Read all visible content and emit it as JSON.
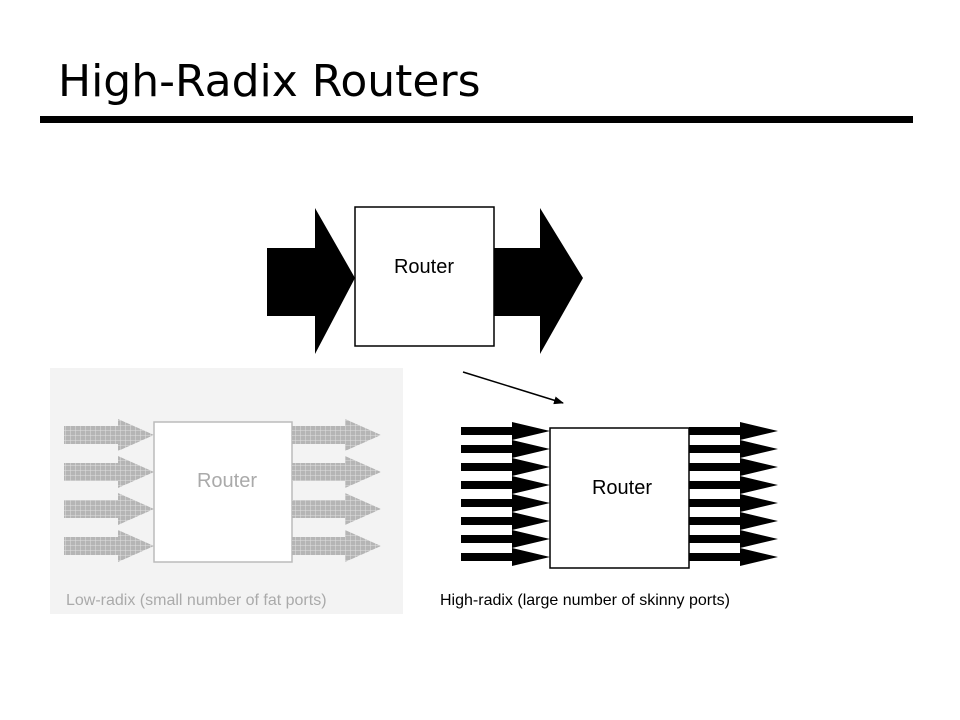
{
  "slide": {
    "title": "High-Radix Routers"
  },
  "diagram": {
    "top_router": {
      "label": "Router"
    },
    "low_radix": {
      "router_label": "Router",
      "caption": "Low-radix (small number of fat ports)",
      "port_count_per_side": 4
    },
    "high_radix": {
      "router_label": "Router",
      "caption": "High-radix (large number of skinny ports)",
      "port_count_per_side": 8
    },
    "colors": {
      "ink": "#000000",
      "faded_ink": "#aaaaaa",
      "faded_fill": "#b5b5b5",
      "faded_background": "#f3f3f3",
      "paper": "#ffffff"
    }
  }
}
